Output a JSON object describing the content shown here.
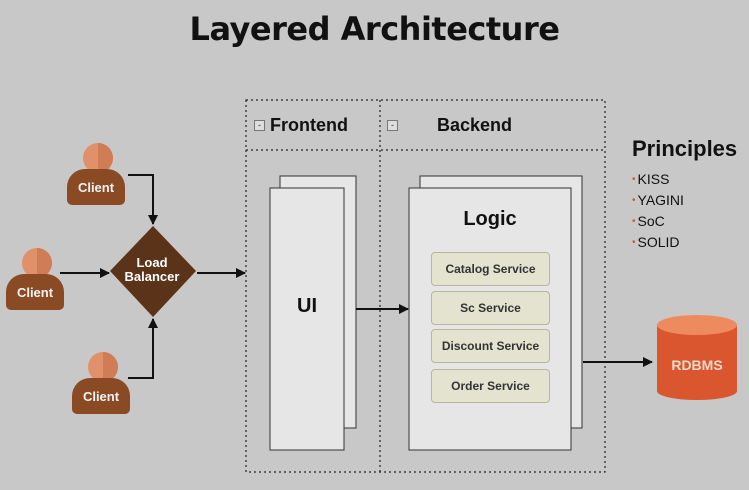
{
  "title": "Layered Architecture",
  "clients": [
    "Client",
    "Client",
    "Client"
  ],
  "load_balancer": {
    "line1": "Load",
    "line2": "Balancer"
  },
  "sections": {
    "frontend": "Frontend",
    "backend": "Backend",
    "collapse_glyph": "-"
  },
  "ui_label": "UI",
  "logic": {
    "label": "Logic",
    "services": [
      "Catalog Service",
      "Sc Service",
      "Discount Service",
      "Order Service"
    ]
  },
  "principles": {
    "title": "Principles",
    "items": [
      "KISS",
      "YAGINI",
      "SoC",
      "SOLID"
    ]
  },
  "database": "RDBMS",
  "colors": {
    "client_body": "#8a4a24",
    "client_head": "#e0916a",
    "load_balancer": "#5a3318",
    "database": "#d9562f",
    "service_fill": "#e3e3d0"
  }
}
